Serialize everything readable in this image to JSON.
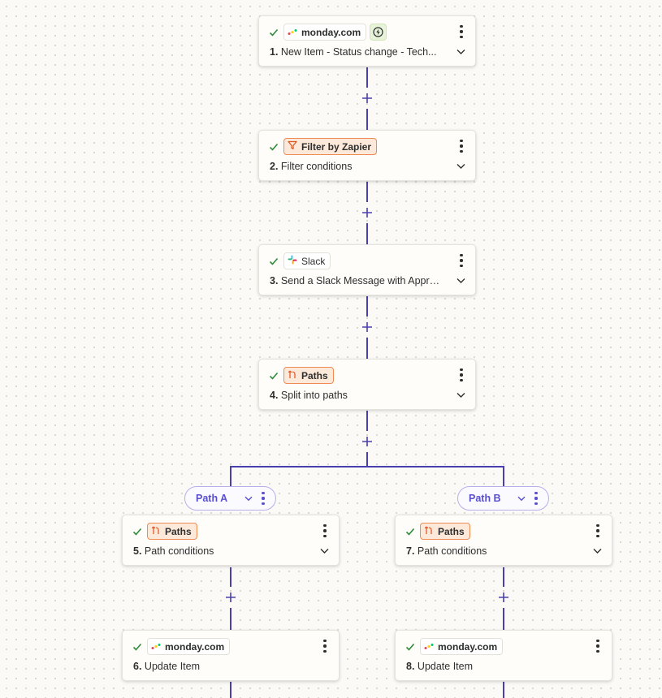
{
  "colors": {
    "accent": "#4a3fb0",
    "check": "#2e8b3a",
    "orange_chip": "#ee8a52",
    "path_label": "#5a4fcf"
  },
  "steps": [
    {
      "app": "monday.com",
      "app_icon": "monday-logo-icon",
      "chip_style": "white",
      "trigger_icon": "bolt-icon",
      "number": "1.",
      "title": "New Item - Status change - Tech..."
    },
    {
      "app": "Filter by Zapier",
      "app_icon": "filter-icon",
      "chip_style": "orange",
      "number": "2.",
      "title": "Filter conditions"
    },
    {
      "app": "Slack",
      "app_icon": "slack-logo-icon",
      "chip_style": "white",
      "number": "3.",
      "title": "Send a Slack Message with Approv..."
    },
    {
      "app": "Paths",
      "app_icon": "paths-icon",
      "chip_style": "orange",
      "number": "4.",
      "title": "Split into paths"
    },
    {
      "app": "Paths",
      "app_icon": "paths-icon",
      "chip_style": "orange",
      "number": "5.",
      "title": "Path conditions"
    },
    {
      "app": "monday.com",
      "app_icon": "monday-logo-icon",
      "chip_style": "white",
      "number": "6.",
      "title": "Update Item"
    },
    {
      "app": "Paths",
      "app_icon": "paths-icon",
      "chip_style": "orange",
      "number": "7.",
      "title": "Path conditions"
    },
    {
      "app": "monday.com",
      "app_icon": "monday-logo-icon",
      "chip_style": "white",
      "number": "8.",
      "title": "Update Item"
    }
  ],
  "paths": [
    {
      "label": "Path A"
    },
    {
      "label": "Path B"
    }
  ],
  "add_step_icon": "plus-icon"
}
